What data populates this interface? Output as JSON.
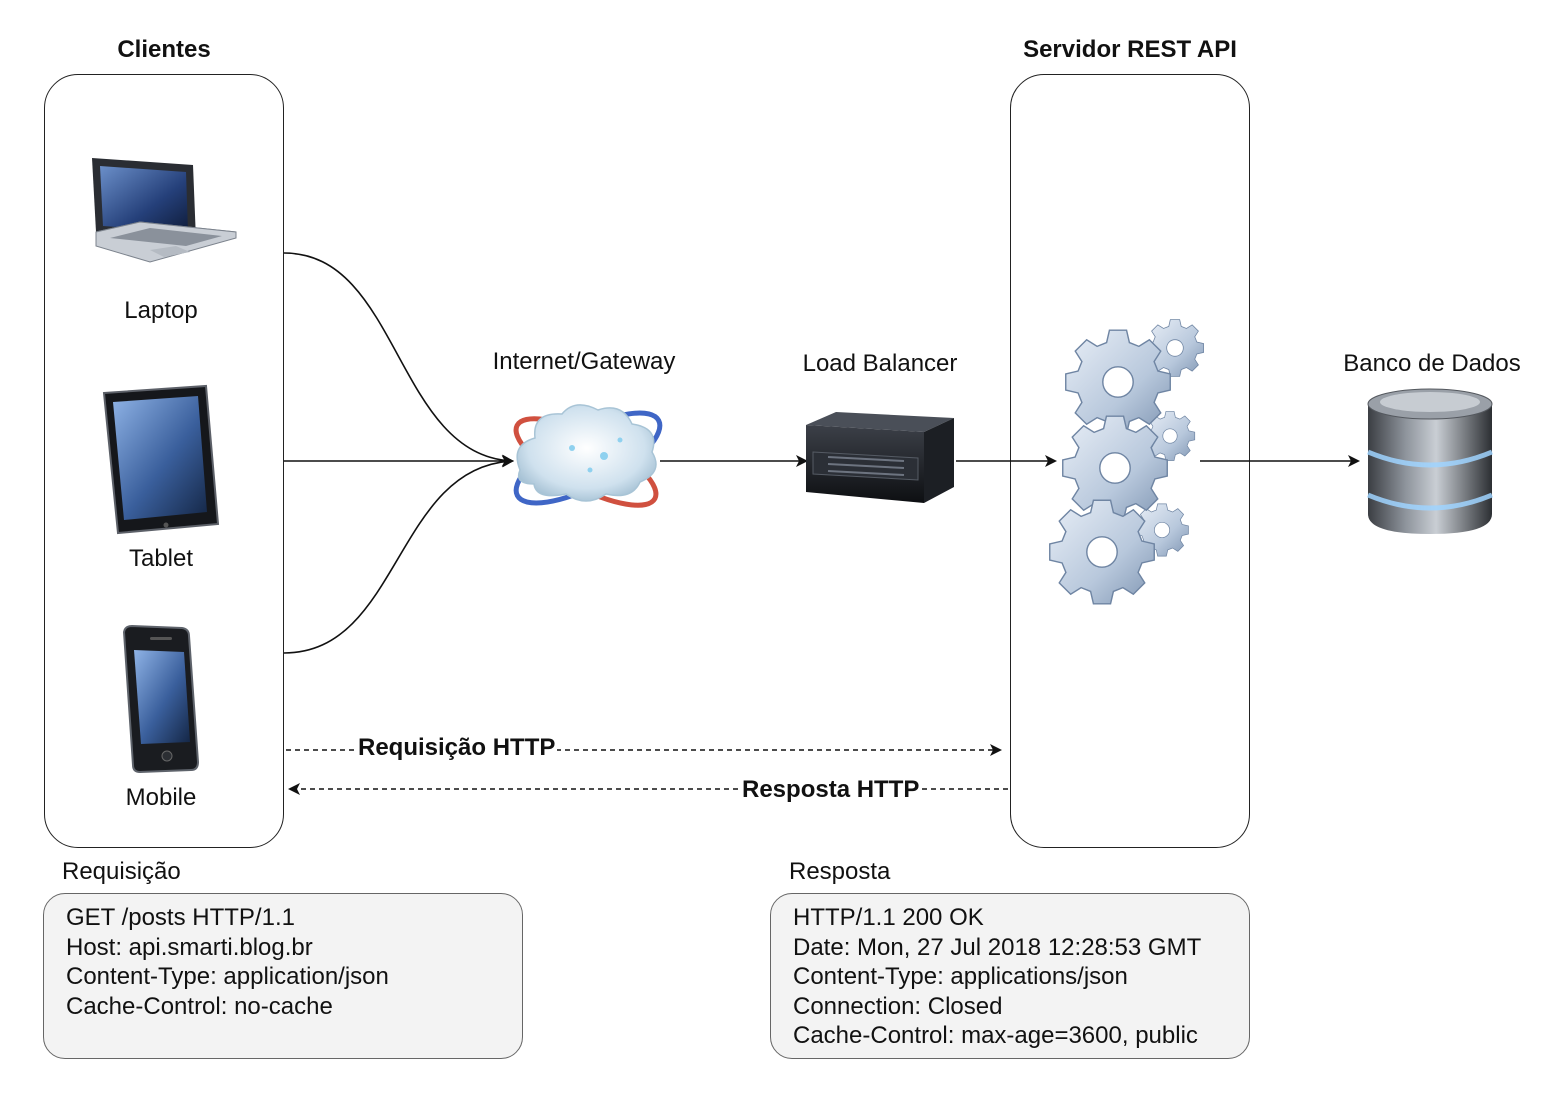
{
  "clients": {
    "title": "Clientes",
    "devices": [
      {
        "label": "Laptop",
        "icon": "laptop-icon"
      },
      {
        "label": "Tablet",
        "icon": "tablet-icon"
      },
      {
        "label": "Mobile",
        "icon": "mobile-phone-icon"
      }
    ]
  },
  "gateway": {
    "label": "Internet/Gateway",
    "icon": "cloud-globe-icon"
  },
  "load_balancer": {
    "label": "Load Balancer",
    "icon": "server-icon"
  },
  "server": {
    "title": "Servidor REST API",
    "icon": "gears-icon"
  },
  "database": {
    "label": "Banco de Dados",
    "icon": "database-icon"
  },
  "flows": {
    "request_label": "Requisição HTTP",
    "response_label": "Resposta HTTP"
  },
  "request_note": {
    "title": "Requisição",
    "lines": [
      "GET /posts HTTP/1.1",
      "Host: api.smarti.blog.br",
      "Content-Type: application/json",
      "Cache-Control: no-cache"
    ]
  },
  "response_note": {
    "title": "Resposta",
    "lines": [
      "HTTP/1.1 200 OK",
      "Date: Mon, 27 Jul 2018 12:28:53 GMT",
      "Content-Type: applications/json",
      "Connection: Closed",
      "Cache-Control: max-age=3600, public"
    ]
  }
}
